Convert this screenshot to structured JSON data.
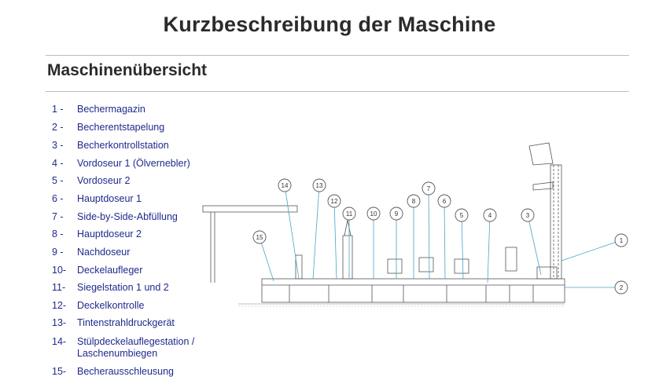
{
  "document": {
    "title": "Kurzbeschreibung der Maschine",
    "section_title": "Maschinenübersicht"
  },
  "legend": [
    {
      "num": "1 -",
      "label": "Bechermagazin"
    },
    {
      "num": "2 -",
      "label": "Becherentstapelung"
    },
    {
      "num": "3 -",
      "label": "Becherkontrollstation"
    },
    {
      "num": "4 -",
      "label": "Vordoseur 1 (Ölvernebler)"
    },
    {
      "num": "5 -",
      "label": "Vordoseur 2"
    },
    {
      "num": "6 -",
      "label": "Hauptdoseur 1"
    },
    {
      "num": "7 -",
      "label": "Side-by-Side-Abfüllung"
    },
    {
      "num": "8 -",
      "label": "Hauptdoseur 2"
    },
    {
      "num": "9 -",
      "label": "Nachdoseur"
    },
    {
      "num": "10-",
      "label": "Deckelaufleger"
    },
    {
      "num": "11-",
      "label": "Siegelstation 1 und 2"
    },
    {
      "num": "12-",
      "label": "Deckelkontrolle"
    },
    {
      "num": "13-",
      "label": "Tintenstrahldruckgerät"
    },
    {
      "num": "14-",
      "label": "Stülpdeckelauflegestation /",
      "label2": "Laschenumbiegen"
    },
    {
      "num": "15-",
      "label": "Becherausschleusung"
    }
  ],
  "diagram": {
    "callouts": [
      "1",
      "2",
      "3",
      "4",
      "5",
      "6",
      "7",
      "8",
      "9",
      "10",
      "11",
      "12",
      "13",
      "14",
      "15"
    ]
  }
}
